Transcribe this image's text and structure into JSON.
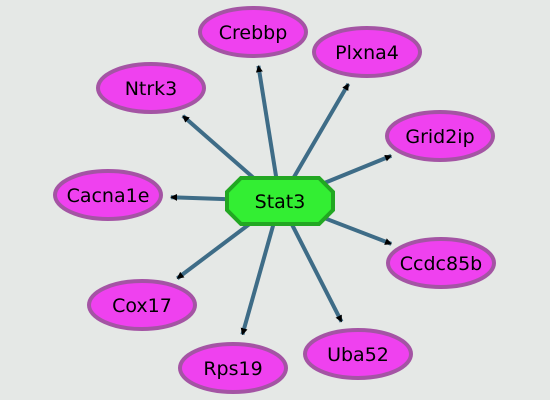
{
  "colors": {
    "background": "#e5e8e6",
    "edge": "#3e6c87",
    "hub_fill": "#33ee33",
    "hub_stroke": "#22a722",
    "target_fill": "#ef41ef",
    "target_stroke": "#a454a4"
  },
  "hub": {
    "id": "stat3",
    "label": "Stat3"
  },
  "targets": [
    {
      "id": "crebbp",
      "label": "Crebbp"
    },
    {
      "id": "plxna4",
      "label": "Plxna4"
    },
    {
      "id": "ntrk3",
      "label": "Ntrk3"
    },
    {
      "id": "grid2ip",
      "label": "Grid2ip"
    },
    {
      "id": "cacna1e",
      "label": "Cacna1e"
    },
    {
      "id": "ccdc85b",
      "label": "Ccdc85b"
    },
    {
      "id": "cox17",
      "label": "Cox17"
    },
    {
      "id": "uba52",
      "label": "Uba52"
    },
    {
      "id": "rps19",
      "label": "Rps19"
    }
  ],
  "edges": [
    {
      "from": "stat3",
      "to": "crebbp"
    },
    {
      "from": "stat3",
      "to": "plxna4"
    },
    {
      "from": "stat3",
      "to": "ntrk3"
    },
    {
      "from": "stat3",
      "to": "grid2ip"
    },
    {
      "from": "stat3",
      "to": "cacna1e"
    },
    {
      "from": "stat3",
      "to": "ccdc85b"
    },
    {
      "from": "stat3",
      "to": "cox17"
    },
    {
      "from": "stat3",
      "to": "uba52"
    },
    {
      "from": "stat3",
      "to": "rps19"
    }
  ]
}
